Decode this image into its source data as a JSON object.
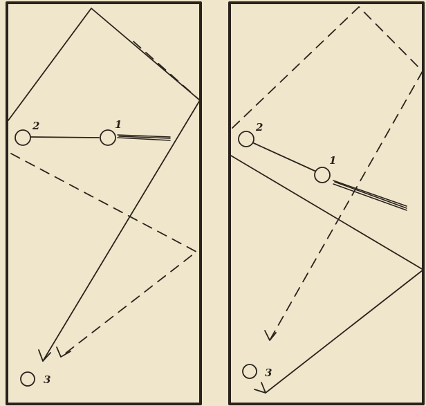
{
  "diagrams": [
    {
      "balls": [
        {
          "label": "2"
        },
        {
          "label": "1"
        },
        {
          "label": "3"
        }
      ]
    },
    {
      "balls": [
        {
          "label": "2"
        },
        {
          "label": "1"
        },
        {
          "label": "3"
        }
      ]
    }
  ],
  "colors": {
    "paper": "#efe6cb",
    "ink": "#2a221c"
  }
}
